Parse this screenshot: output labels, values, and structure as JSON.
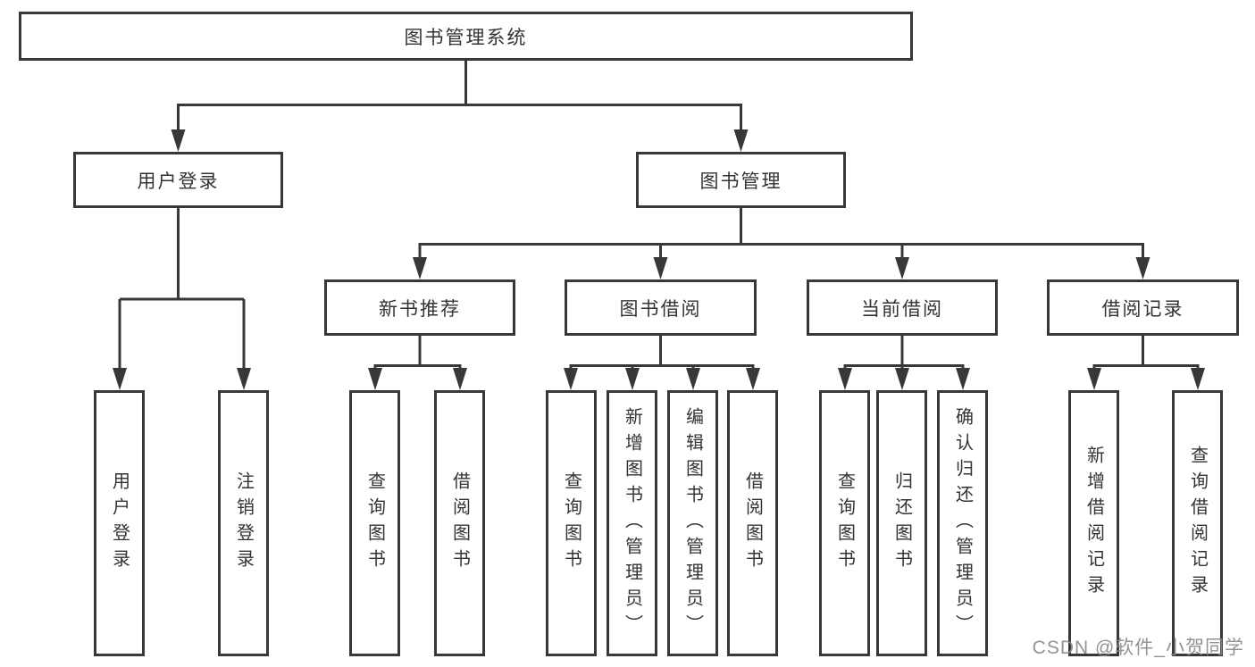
{
  "watermark": "CSDN @软件_小贺同学",
  "colors": {
    "line": "#383838",
    "text": "#333333",
    "watermark": "#878787"
  },
  "tree": {
    "root": {
      "label": "图书管理系统",
      "children": [
        {
          "label": "用户登录",
          "children": [
            {
              "label": "用户登录"
            },
            {
              "label": "注销登录"
            }
          ]
        },
        {
          "label": "图书管理",
          "children": [
            {
              "label": "新书推荐",
              "children": [
                {
                  "label": "查询图书"
                },
                {
                  "label": "借阅图书"
                }
              ]
            },
            {
              "label": "图书借阅",
              "children": [
                {
                  "label": "查询图书"
                },
                {
                  "label": "新增图书（管理员）"
                },
                {
                  "label": "编辑图书（管理员）"
                },
                {
                  "label": "借阅图书"
                }
              ]
            },
            {
              "label": "当前借阅",
              "children": [
                {
                  "label": "查询图书"
                },
                {
                  "label": "归还图书"
                },
                {
                  "label": "确认归还（管理员）"
                }
              ]
            },
            {
              "label": "借阅记录",
              "children": [
                {
                  "label": "新增借阅记录"
                },
                {
                  "label": "查询借阅记录"
                }
              ]
            }
          ]
        }
      ]
    }
  }
}
